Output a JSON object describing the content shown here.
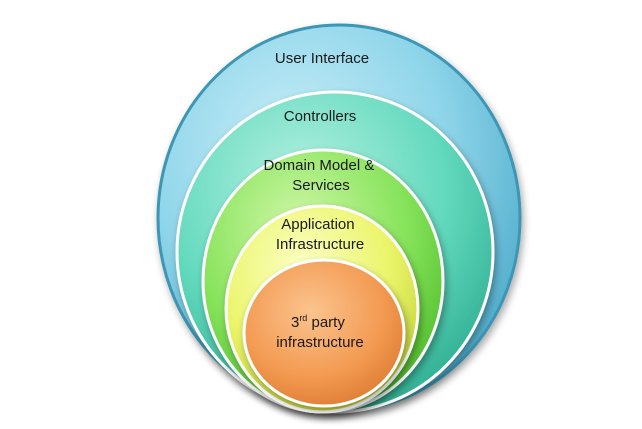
{
  "diagram": {
    "layers": [
      {
        "lines": [
          "User Interface"
        ],
        "color": "#7fcde4"
      },
      {
        "lines": [
          "Controllers"
        ],
        "color": "#66dcc0"
      },
      {
        "lines": [
          "Domain Model &",
          "Services"
        ],
        "color": "#86e65a"
      },
      {
        "lines": [
          "Application",
          "Infrastructure"
        ],
        "color": "#e6f36a"
      },
      {
        "lines": [
          "3rd party",
          "infrastructure"
        ],
        "color": "#f4a15e"
      }
    ],
    "core_label": {
      "prefix": "3",
      "superscript": "rd",
      "line1_rest": " party",
      "line2": "infrastructure"
    }
  }
}
